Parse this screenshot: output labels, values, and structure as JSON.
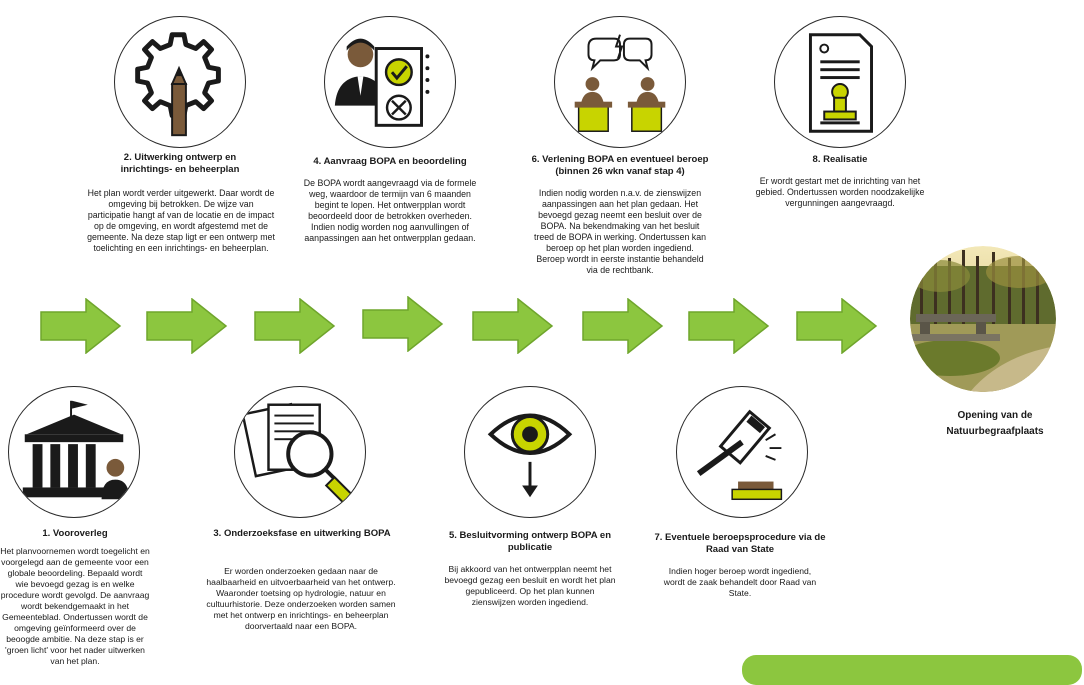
{
  "steps": {
    "s1": {
      "title": "1. Vooroverleg",
      "body": "Het planvoornemen wordt toegelicht en voorgelegd aan de gemeente voor een globale beoordeling. Bepaald wordt wie bevoegd gezag is en welke procedure wordt gevolgd. De aanvraag wordt bekendgemaakt in het Gemeenteblad. Ondertussen wordt de omgeving geïnformeerd over de beoogde ambitie. Na deze stap is er 'groen licht' voor het nader uitwerken van het plan.",
      "icon": "government-building-icon"
    },
    "s2": {
      "title": "2. Uitwerking ontwerp en inrichtings- en beheerplan",
      "body": "Het plan wordt verder uitgewerkt. Daar wordt de omgeving bij betrokken. De wijze van participatie hangt af van de locatie en de impact op de omgeving, en wordt afgestemd met de gemeente. Na deze stap ligt er een ontwerp met toelichting en een inrichtings- en beheerplan.",
      "icon": "gear-pencil-icon"
    },
    "s3": {
      "title": "3. Onderzoeksfase en uitwerking BOPA",
      "body": "Er worden onderzoeken gedaan naar de haalbaarheid en uitvoerbaarheid van het ontwerp. Waaronder toetsing op hydrologie, natuur en cultuurhistorie. Deze onderzoeken worden samen met het ontwerp en inrichtings- en beheerplan doorvertaald naar een BOPA.",
      "icon": "magnifier-documents-icon"
    },
    "s4": {
      "title": "4. Aanvraag BOPA en beoordeling",
      "body": "De BOPA wordt aangevraagd via de formele weg, waardoor de termijn van 6 maanden begint te lopen. Het ontwerpplan wordt beoordeeld door de betrokken overheden. Indien nodig worden nog aanvullingen of aanpassingen aan het ontwerpplan gedaan.",
      "icon": "person-checklist-icon"
    },
    "s5": {
      "title": "5. Besluitvorming ontwerp BOPA en publicatie",
      "body": "Bij akkoord van het ontwerpplan neemt het bevoegd gezag een besluit en wordt het plan gepubliceerd. Op het plan kunnen zienswijzen worden ingediend.",
      "icon": "eye-arrow-icon"
    },
    "s6": {
      "title": "6. Verlening BOPA en eventueel beroep (binnen 26 wkn vanaf stap 4)",
      "body": "Indien nodig worden n.a.v. de zienswijzen aanpassingen aan het plan gedaan. Het bevoegd gezag neemt een besluit over de BOPA. Na bekendmaking van het besluit treed de BOPA in werking. Ondertussen kan beroep op het plan worden ingediend. Beroep wordt in eerste instantie behandeld via de rechtbank.",
      "icon": "debate-podiums-icon"
    },
    "s7": {
      "title": "7. Eventuele beroepsprocedure via de Raad van State",
      "body": "Indien hoger beroep wordt ingediend, wordt de zaak behandelt door Raad van State.",
      "icon": "gavel-icon"
    },
    "s8": {
      "title": "8. Realisatie",
      "body": "Er wordt gestart met de inrichting van het gebied. Ondertussen worden noodzakelijke vergunningen aangevraagd.",
      "icon": "document-stamp-icon"
    }
  },
  "final": {
    "label": "Opening van de Natuurbegraafplaats",
    "image": "forest-bench-photo"
  },
  "colors": {
    "arrow": "#8cc63f",
    "arrow_edge": "#6fa52c",
    "accent_yellow": "#c8d400",
    "icon_brown": "#7a5a3a",
    "icon_dark": "#2a2a2a"
  }
}
